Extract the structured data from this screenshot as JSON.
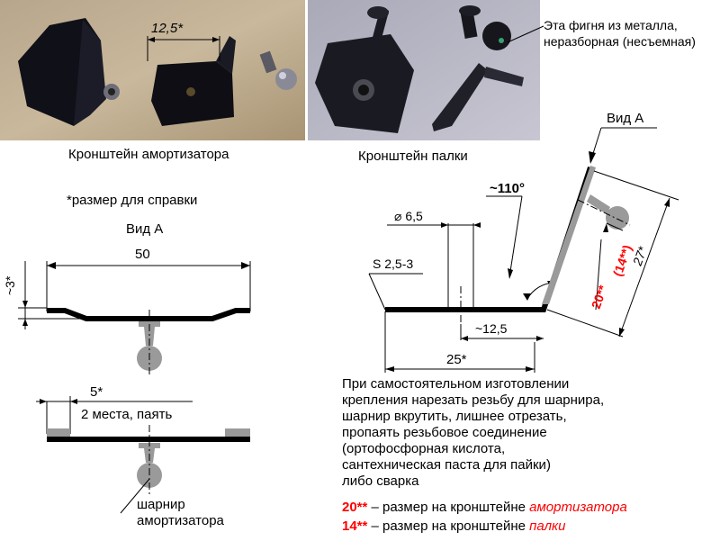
{
  "photos": {
    "left_caption": "Кронштейн амортизатора",
    "right_caption": "Кронштейн палки",
    "left_dimension": "12,5*",
    "callout_line1": "Эта фигня из металла,",
    "callout_line2": "неразборная (несъемная)"
  },
  "left_drawing": {
    "reference_note": "*размер для справки",
    "view_label": "Вид А",
    "width_dim": "50",
    "height_dim": "~3*",
    "edge_dim": "5*",
    "solder_note": "2 места, паять",
    "joint_label_line1": "шарнир",
    "joint_label_line2": "амортизатора"
  },
  "right_drawing": {
    "view_label": "Вид А",
    "angle_dim": "~110°",
    "hole_dim": "⌀ 6,5",
    "thickness_dim": "S 2,5-3",
    "offset_dim": "~12,5",
    "length_dim": "25*",
    "slant_dim": "27*",
    "red_dim_a": "20**",
    "red_dim_b": "(14**)"
  },
  "instructions": {
    "lines": [
      "При самостоятельном изготовлении",
      "крепления нарезать резьбу для шарнира,",
      "шарнир вкрутить, лишнее отрезать,",
      "пропаять резьбовое соединение",
      "(ортофосфорная кислота,",
      "сантехническая паста для пайки)",
      "либо сварка"
    ],
    "legend": [
      {
        "code": "20**",
        "text": " – размер на кронштейне ",
        "emph": "амортизатора"
      },
      {
        "code": "14**",
        "text": " – размер на кронштейне ",
        "emph": "палки"
      }
    ]
  },
  "colors": {
    "red": "#ff0000",
    "part_gray": "#9a9a9a",
    "metal_black": "#000000"
  }
}
